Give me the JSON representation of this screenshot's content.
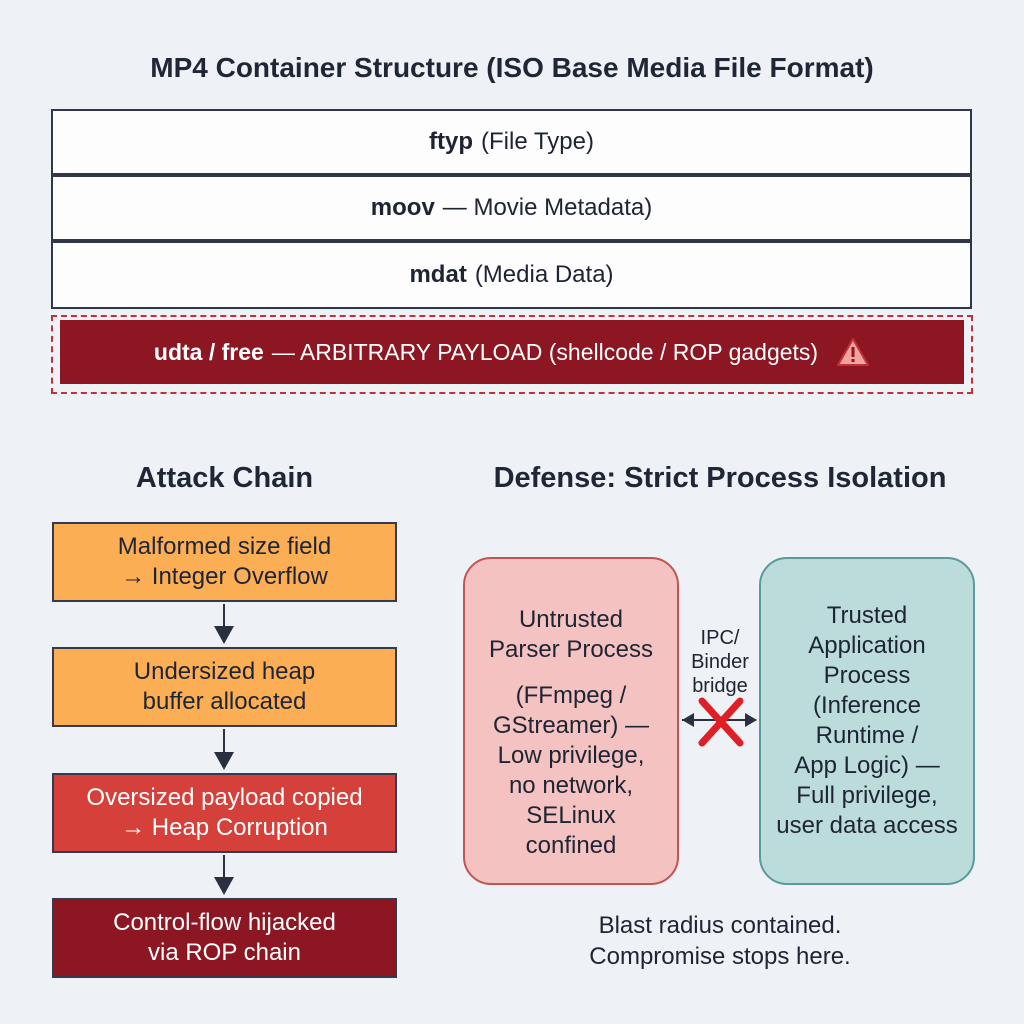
{
  "title": "MP4 Container Structure (ISO Base Media File Format)",
  "container": {
    "ftyp": {
      "name": "ftyp",
      "desc": "(File Type)"
    },
    "moov": {
      "name": "moov",
      "desc": "— Movie Metadata)"
    },
    "mdat": {
      "name": "mdat",
      "desc": "(Media Data)"
    },
    "payload": {
      "name": "udta / free",
      "desc": "— ARBITRARY PAYLOAD (shellcode / ROP gadgets)",
      "icon": "warning-icon"
    }
  },
  "attack": {
    "title": "Attack Chain",
    "steps": [
      {
        "line1": "Malformed size field",
        "line2": "→ Integer Overflow"
      },
      {
        "line1": "Undersized heap",
        "line2": "buffer allocated"
      },
      {
        "line1": "Oversized payload copied",
        "line2": "→ Heap Corruption"
      },
      {
        "line1": "Control-flow hijacked",
        "line2": "via ROP chain"
      }
    ]
  },
  "defense": {
    "title": "Defense: Strict Process Isolation",
    "untrusted": {
      "title": [
        "Untrusted",
        "Parser Process"
      ],
      "desc": [
        "(FFmpeg /",
        "GStreamer) —",
        "Low privilege,",
        "no network,",
        "SELinux",
        "confined"
      ]
    },
    "trusted": {
      "title": [
        "Trusted",
        "Application",
        "Process"
      ],
      "desc": [
        "(Inference",
        "Runtime /",
        "App Logic) —",
        "Full privilege,",
        "user data access"
      ]
    },
    "ipc": [
      "IPC/",
      "Binder",
      "bridge"
    ],
    "blast": [
      "Blast radius contained.",
      "Compromise stops here."
    ]
  },
  "colors": {
    "orange": "#fbae54",
    "red": "#d5403a",
    "dark_red": "#8c1723",
    "untrusted_fill": "#f4c2c0",
    "trusted_fill": "#bcdcdc",
    "block_x": "#e01e26"
  }
}
